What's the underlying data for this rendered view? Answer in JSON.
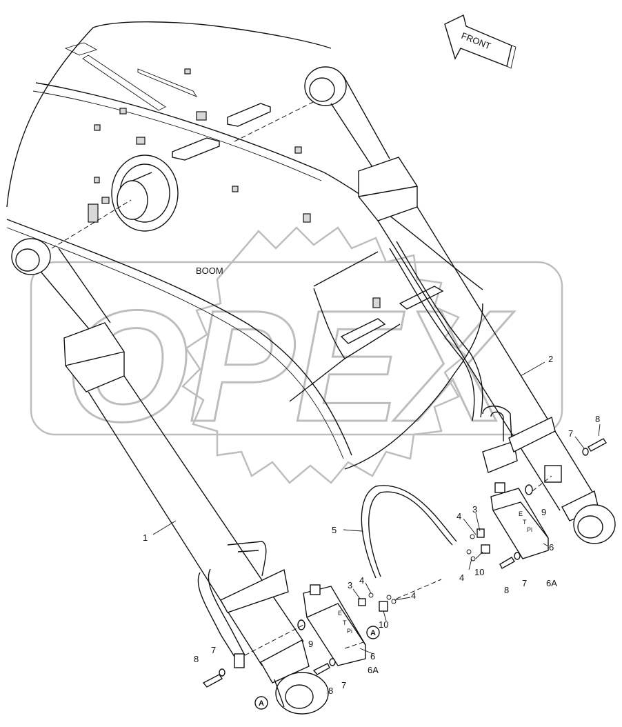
{
  "header": {
    "small_text": ""
  },
  "direction": {
    "label": "FRONT"
  },
  "main_label": "BOOM",
  "watermark": "OPEX",
  "callouts": [
    {
      "id": "1",
      "text": "1"
    },
    {
      "id": "2",
      "text": "2"
    },
    {
      "id": "3a",
      "text": "3"
    },
    {
      "id": "3b",
      "text": "3"
    },
    {
      "id": "4a",
      "text": "4"
    },
    {
      "id": "4b",
      "text": "4"
    },
    {
      "id": "4c",
      "text": "4"
    },
    {
      "id": "4d",
      "text": "4"
    },
    {
      "id": "5",
      "text": "5"
    },
    {
      "id": "6a",
      "text": "6"
    },
    {
      "id": "6b",
      "text": "6"
    },
    {
      "id": "6Aa",
      "text": "6A"
    },
    {
      "id": "6Ab",
      "text": "6A"
    },
    {
      "id": "7a",
      "text": "7"
    },
    {
      "id": "7b",
      "text": "7"
    },
    {
      "id": "7c",
      "text": "7"
    },
    {
      "id": "7d",
      "text": "7"
    },
    {
      "id": "8a",
      "text": "8"
    },
    {
      "id": "8b",
      "text": "8"
    },
    {
      "id": "8c",
      "text": "8"
    },
    {
      "id": "8d",
      "text": "8"
    },
    {
      "id": "9a",
      "text": "9"
    },
    {
      "id": "9b",
      "text": "9"
    },
    {
      "id": "10a",
      "text": "10"
    },
    {
      "id": "10b",
      "text": "10"
    }
  ],
  "circle_refs": [
    {
      "id": "A1",
      "text": "A"
    },
    {
      "id": "A2",
      "text": "A"
    }
  ],
  "port_labels": {
    "left": [
      "E",
      "T",
      "Pi"
    ],
    "right": [
      "E",
      "T",
      "Pi"
    ]
  }
}
